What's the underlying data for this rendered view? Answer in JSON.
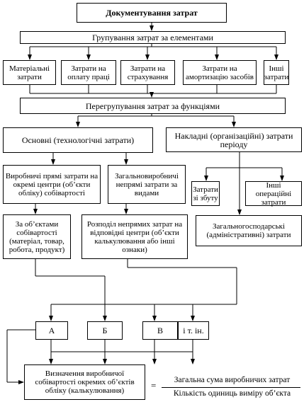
{
  "title": "Документування затрат",
  "grouping": "Групування затрат за елементами",
  "elements": {
    "material": "Матеріальні затрати",
    "labor": "Затрати на оплату праці",
    "insurance": "Затрати на страхування",
    "depreciation": "Затрати на амортизацію засобів",
    "other": "Інші затрати"
  },
  "regrouping": "Перегрупування затрат за функціями",
  "main_costs": "Основні (технологічні затрати)",
  "overhead": "Накладні (організаційні) затрати періоду",
  "direct_production": "Виробничі прямі затрати на окремі центри (об’єкти обліку) собівартості",
  "general_production": "Загальновиробничі непрямі затрати за видами",
  "selling": "Затрати зі збуту",
  "other_operating": "Інші операційні затрати",
  "administrative": "Загальногосподарські (адміністративні) затрати",
  "by_cost_objects": "За об’єктами собівартості (матеріал, товар, робота, продукт)",
  "distribution": "Розподіл непрямих затрат на відповідні центри (об’єкти калькулювання або інші ознаки)",
  "objects": [
    "А",
    "Б",
    "В",
    "і т. ін."
  ],
  "calculation": "Визначення виробничої собівартості окремих об’єктів обліку (калькулювання)",
  "formula": {
    "equals": "=",
    "numerator": "Загальна сума виробничих затрат",
    "denominator": "Кількість одиниць виміру об’єкта"
  }
}
